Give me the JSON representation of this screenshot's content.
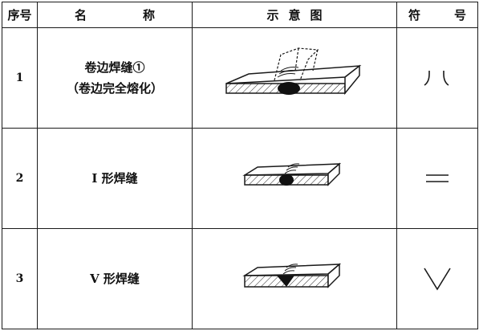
{
  "table": {
    "headers": {
      "no": "序号",
      "name_left": "名",
      "name_right": "称",
      "diagram": "示意图",
      "symbol_left": "符",
      "symbol_right": "号"
    },
    "rows": [
      {
        "no": "1",
        "name_line1": "卷边焊缝①",
        "name_line2": "（卷边完全熔化）",
        "diagram_icon": "flanged-weld-diagram-icon",
        "symbol_icon": "flange-weld-symbol-icon"
      },
      {
        "no": "2",
        "name_line1": "I 形焊缝",
        "name_line2": "",
        "diagram_icon": "i-groove-weld-diagram-icon",
        "symbol_icon": "double-line-symbol-icon"
      },
      {
        "no": "3",
        "name_line1": "V 形焊缝",
        "name_line2": "",
        "diagram_icon": "v-groove-weld-diagram-icon",
        "symbol_icon": "v-symbol-icon"
      }
    ]
  },
  "colors": {
    "line": "#1a1a1a",
    "weld_fill": "#111111",
    "paper": "#ffffff"
  }
}
